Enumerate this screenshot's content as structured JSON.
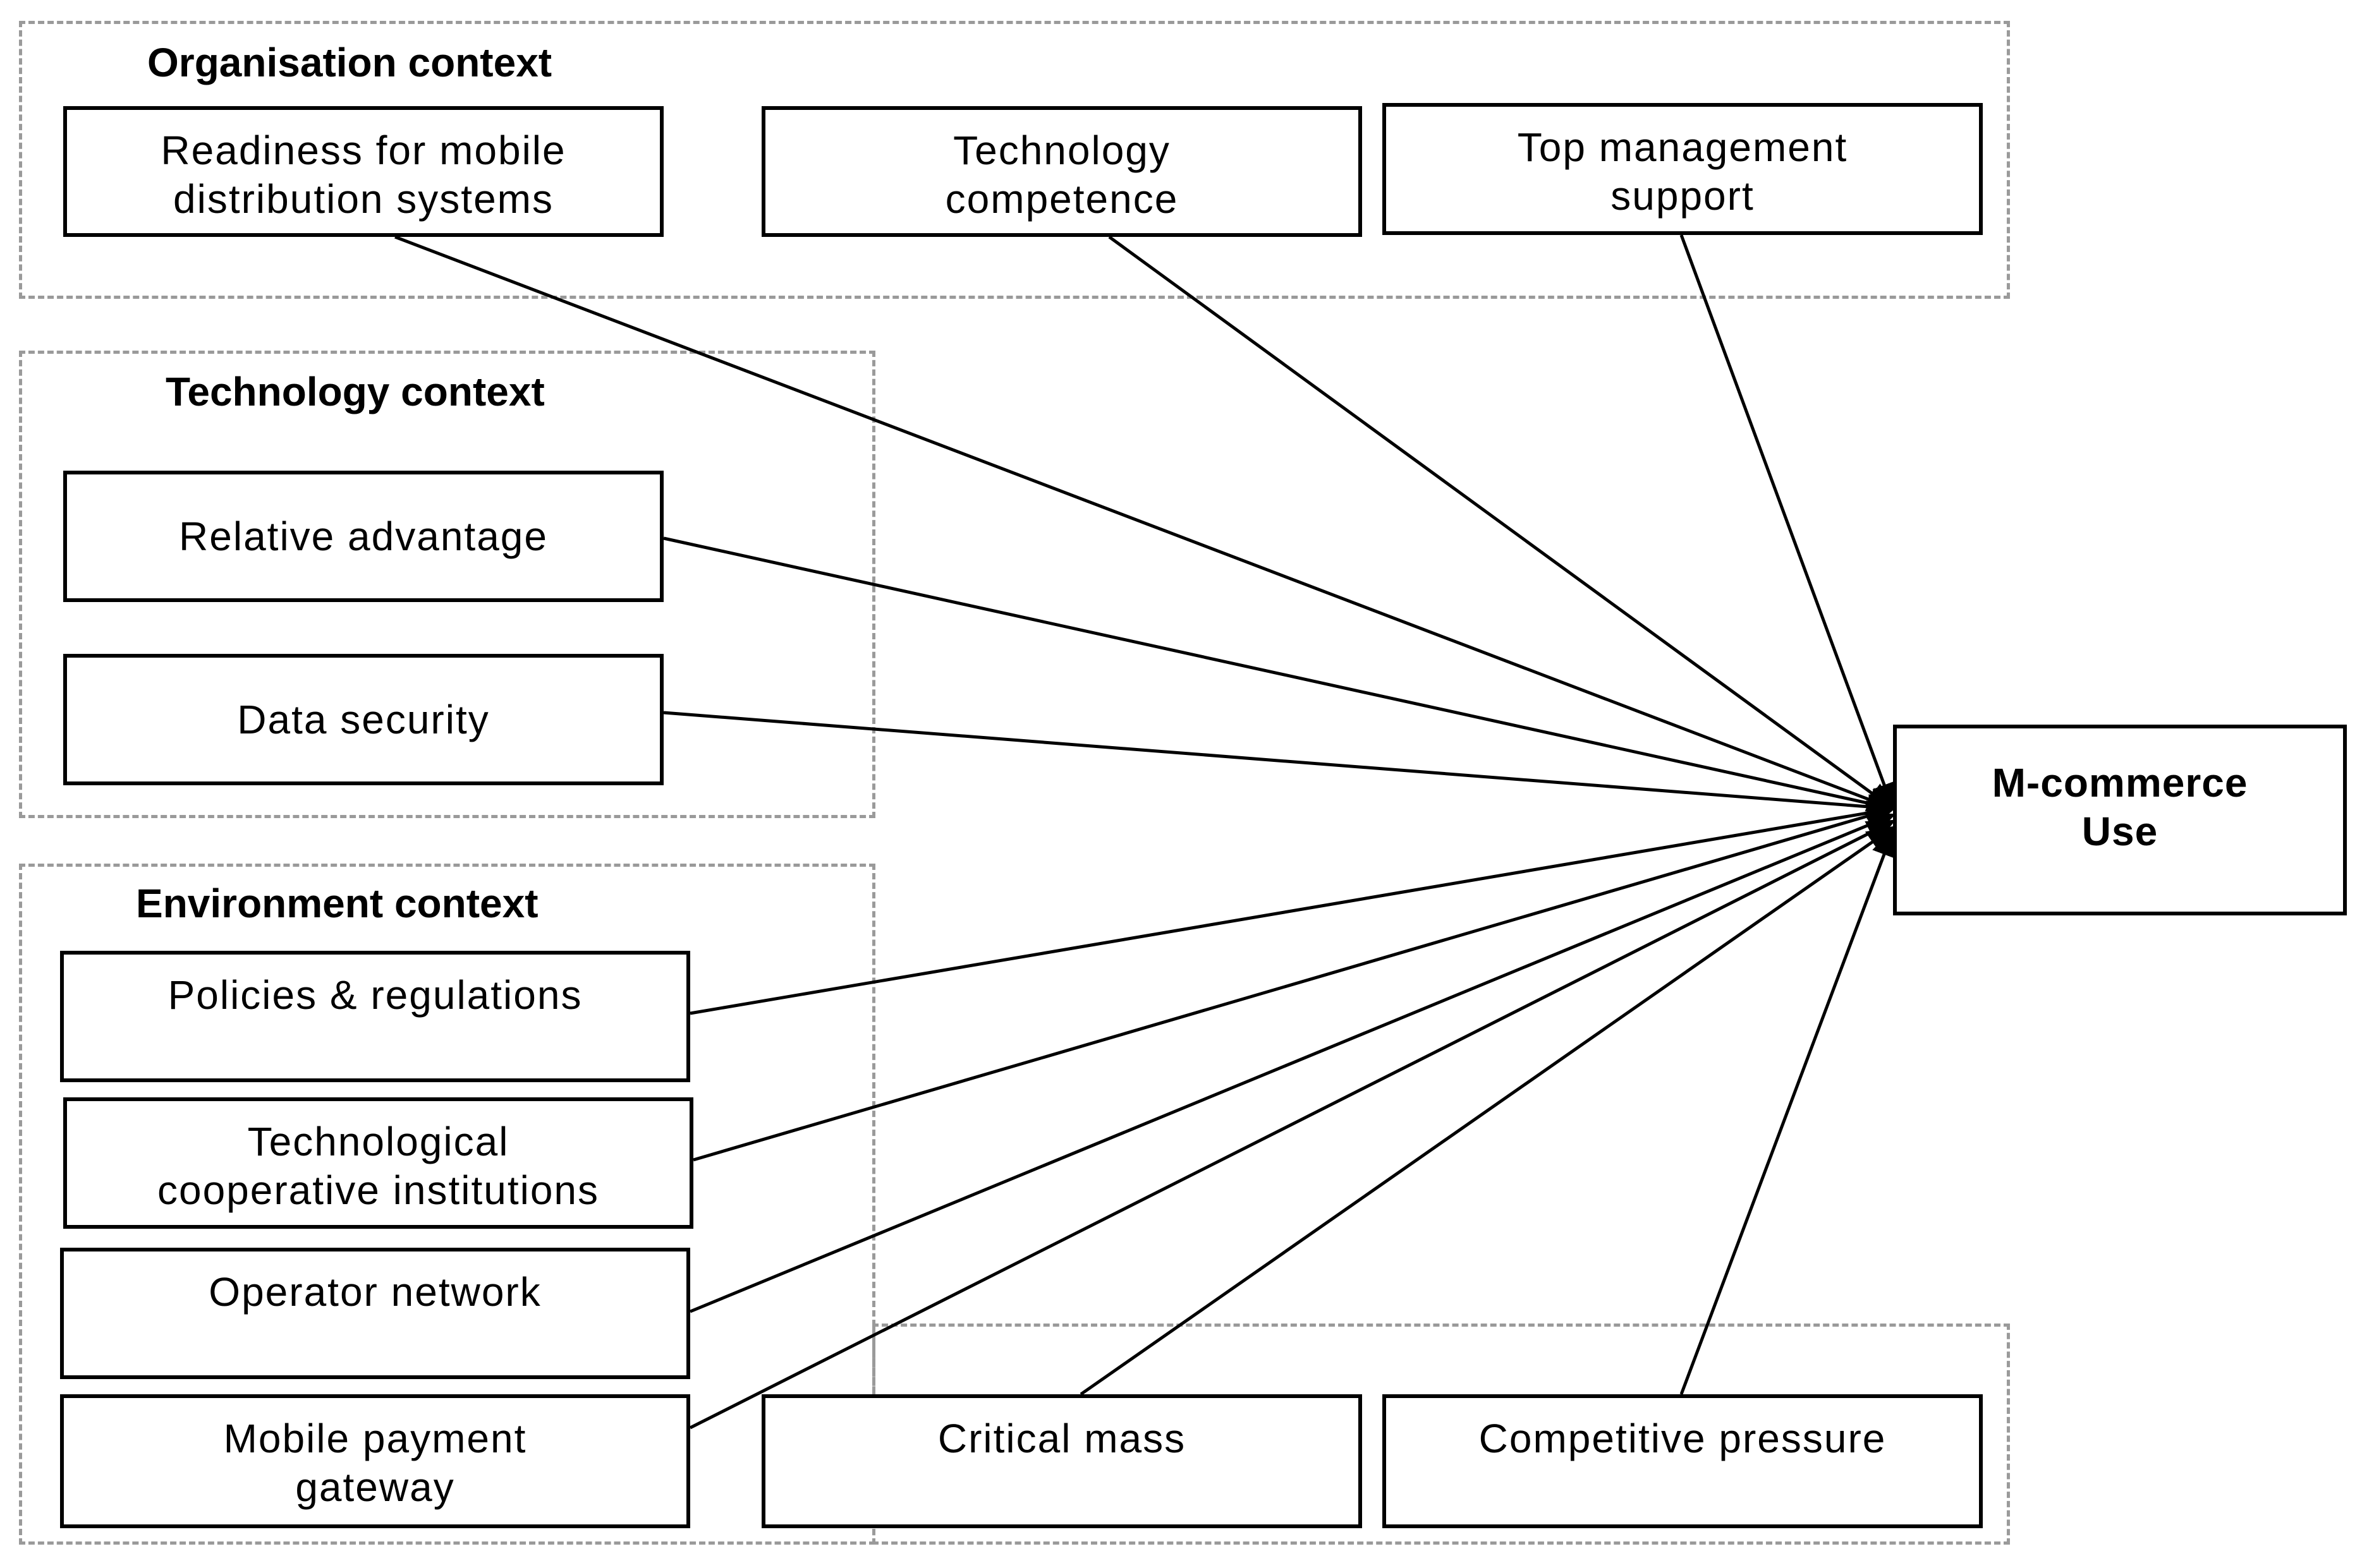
{
  "contexts": {
    "organisation": "Organisation context",
    "technology": "Technology context",
    "environment": "Environment context"
  },
  "nodes": {
    "readiness": [
      "Readiness for mobile",
      "distribution systems"
    ],
    "tech_competence": [
      "Technology",
      "competence"
    ],
    "top_mgmt": [
      "Top management",
      "support"
    ],
    "relative_adv": [
      "Relative advantage"
    ],
    "data_security": [
      "Data security"
    ],
    "policies": [
      "Policies & regulations"
    ],
    "tech_coop": [
      "Technological",
      "cooperative institutions"
    ],
    "operator": [
      "Operator network"
    ],
    "payment": [
      "Mobile payment",
      "gateway"
    ],
    "critical_mass": [
      "Critical mass"
    ],
    "competitive": [
      "Competitive pressure"
    ],
    "output": [
      "M-commerce",
      "Use"
    ]
  },
  "colors": {
    "line": "#000000",
    "dashed_border": "#9a9a9a"
  }
}
